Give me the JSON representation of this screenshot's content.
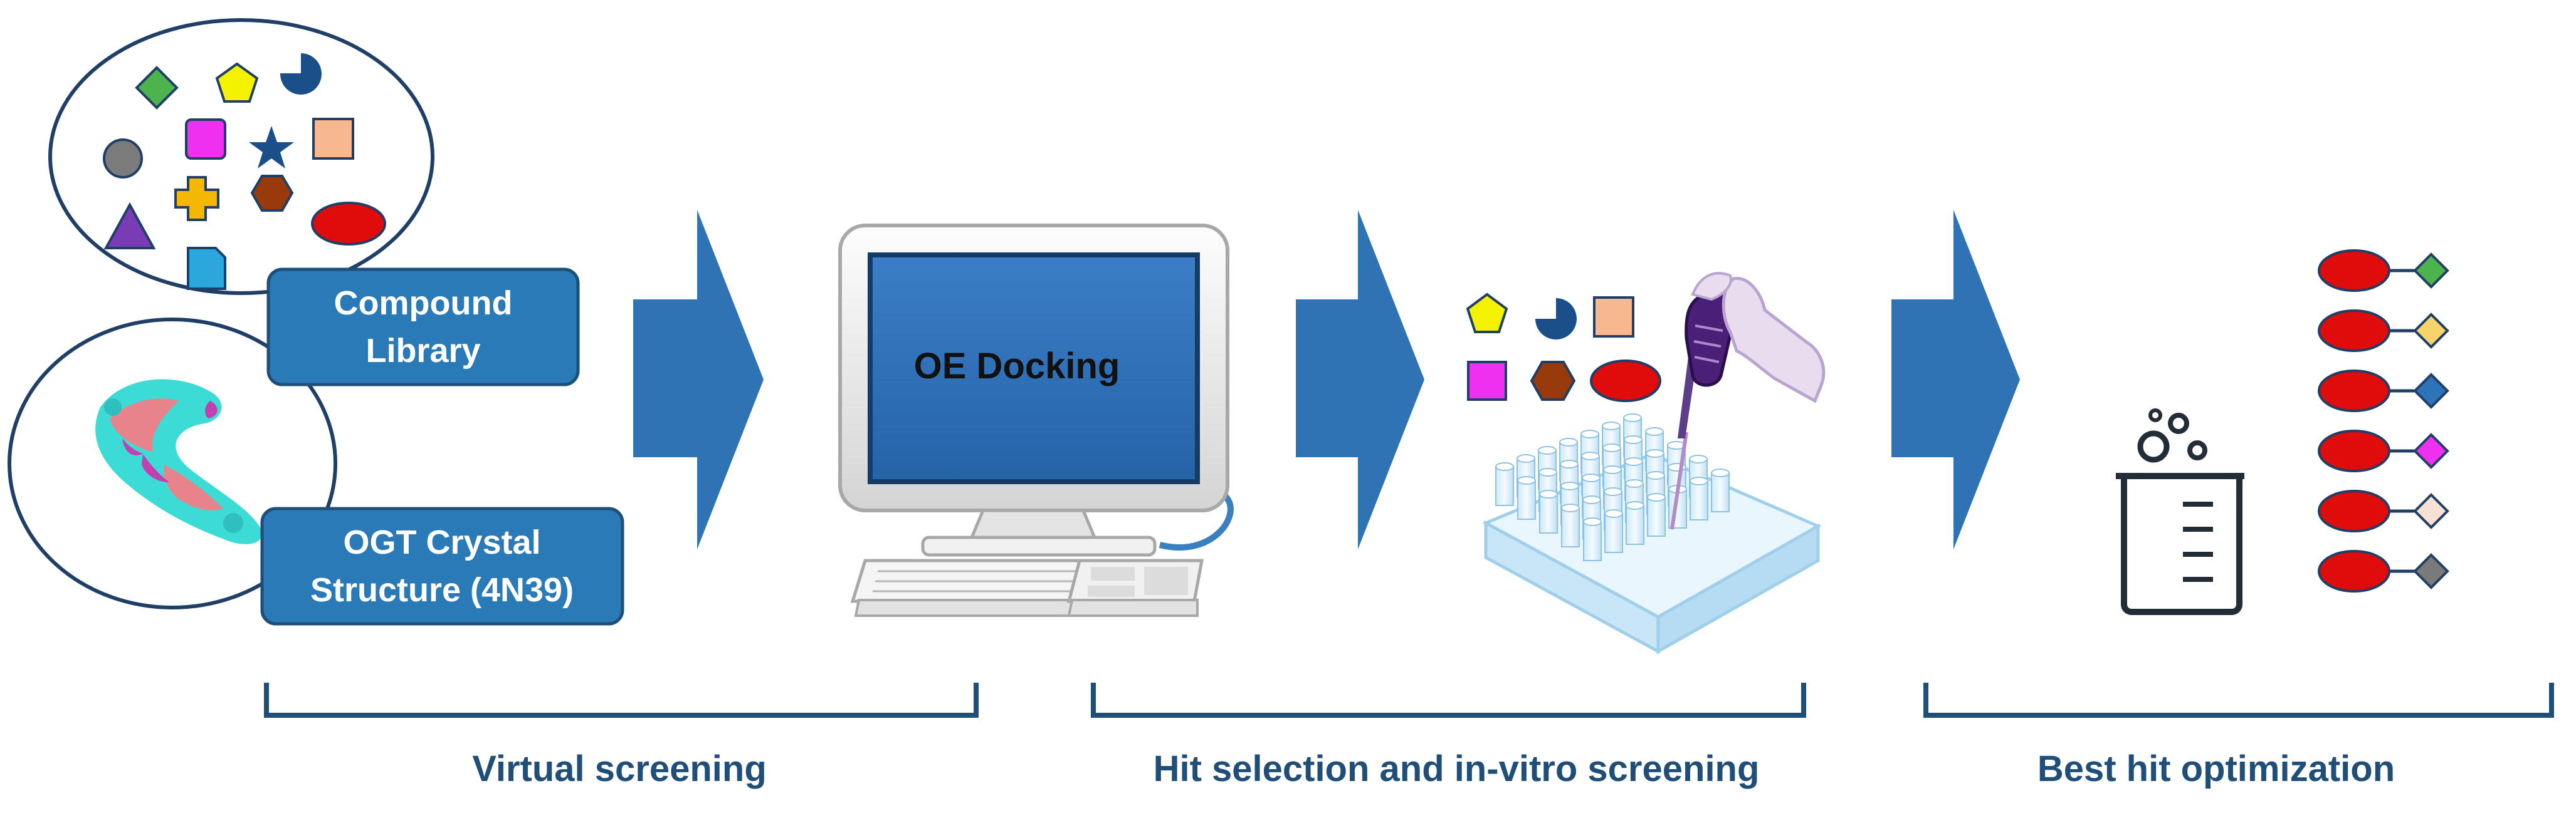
{
  "labels": {
    "compound_library_line1": "Compound",
    "compound_library_line2": "Library",
    "ogt_line1": "OGT Crystal",
    "ogt_line2": "Structure (4N39)",
    "monitor_text": "OE Docking",
    "stage1": "Virtual screening",
    "stage2": "Hit selection and in-vitro screening",
    "stage3": "Best hit optimization"
  },
  "colors": {
    "box_fill": "#2a7ab8",
    "box_stroke": "#1d4f79",
    "arrow": "#2f73b5",
    "bracket": "#1f4e79",
    "caption": "#1f4e79",
    "red_oval": "#e00b0b",
    "green": "#4db34d",
    "yellow": "#f5f200",
    "navy": "#1a4f8a",
    "magenta": "#f030f0",
    "peach": "#f7b88e",
    "brown": "#983a0c",
    "orange": "#f5b800",
    "purple": "#7a3cb4",
    "cyan": "#2aa7dc",
    "grey": "#7b7b7b",
    "light_yellow": "#f6d46a",
    "blue": "#2e73b8",
    "pale": "#f7e1d4",
    "slate": "#7a7a7a"
  },
  "icons": {
    "library_shapes": [
      "diamond-icon",
      "pentagon-icon",
      "pacman-icon",
      "circle-icon",
      "square-icon",
      "star-icon",
      "square-icon",
      "plus-icon",
      "hexagon-icon",
      "oval-icon",
      "triangle-icon",
      "tag-icon"
    ],
    "hit_shapes": [
      "pentagon-icon",
      "pacman-icon",
      "square-icon",
      "square-icon",
      "hexagon-icon",
      "oval-icon"
    ],
    "optimization_diamond_colors": [
      "green",
      "light_yellow",
      "blue",
      "magenta",
      "pale",
      "slate"
    ]
  }
}
